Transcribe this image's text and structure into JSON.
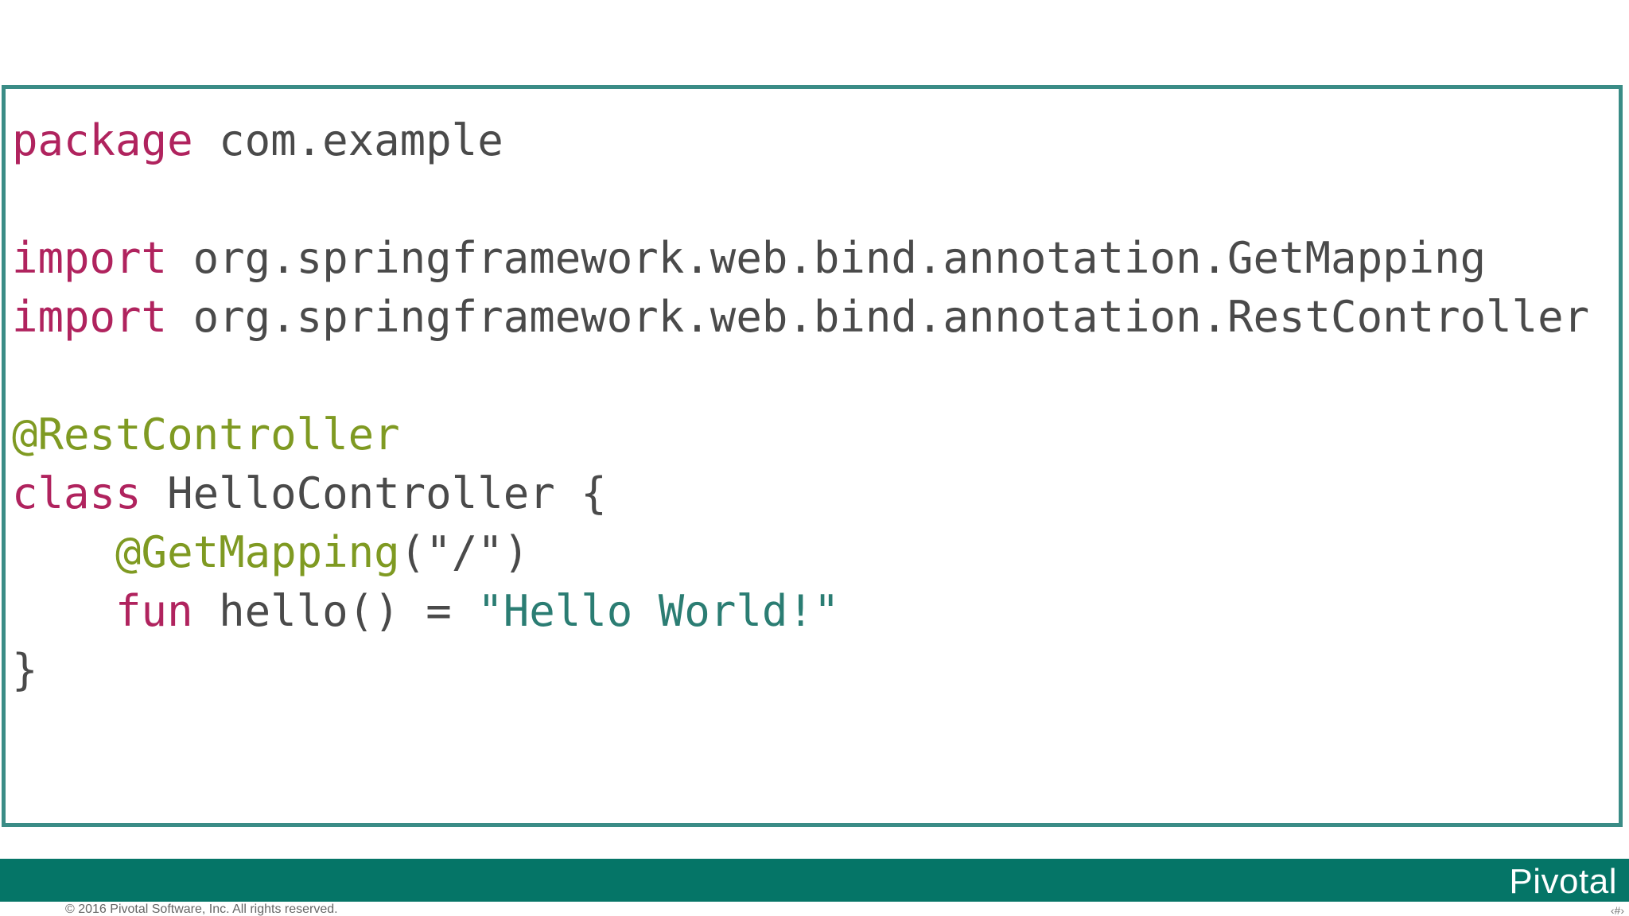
{
  "code": {
    "package_kw": "package",
    "package_name": " com.example",
    "import1_kw": "import",
    "import1_path": " org.springframework.web.bind.annotation.GetMapping",
    "import2_kw": "import",
    "import2_path": " org.springframework.web.bind.annotation.RestController",
    "class_annotation": "@RestController",
    "class_kw": "class",
    "class_rest": " HelloController {",
    "indent": "    ",
    "method_annotation": "@GetMapping",
    "method_annotation_args": "(\"/\")",
    "fun_kw": "fun",
    "fun_sig": " hello() = ",
    "fun_string": "\"Hello World!\"",
    "closing_brace": "}"
  },
  "footer": {
    "brand": "Pivotal",
    "copyright": "© 2016 Pivotal Software, Inc.  All rights reserved.",
    "slide_mark": "‹#›"
  },
  "colors": {
    "frame": "#3a8c86",
    "footer_bar": "#057567",
    "keyword": "#b0235e",
    "annotation": "#7f9a22",
    "string": "#2b7d73",
    "text": "#4a4a4a"
  }
}
